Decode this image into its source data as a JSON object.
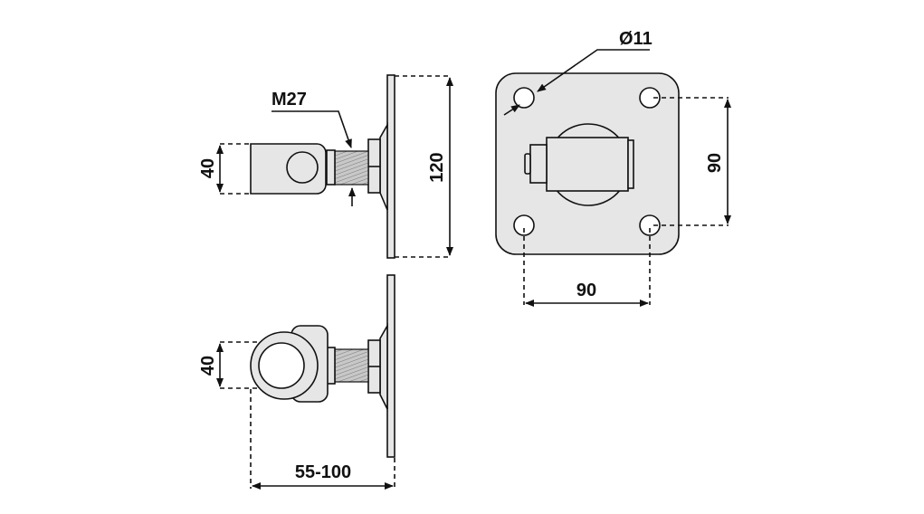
{
  "labels": {
    "thread_size": "M27",
    "eye_width_top": "40",
    "plate_height": "120",
    "eye_width_bottom": "40",
    "projection_range": "55-100",
    "hole_diameter": "Ø11",
    "hole_spacing_vertical": "90",
    "hole_spacing_horizontal": "90"
  },
  "colors": {
    "part_fill": "#e6e6e6",
    "line": "#111111"
  }
}
